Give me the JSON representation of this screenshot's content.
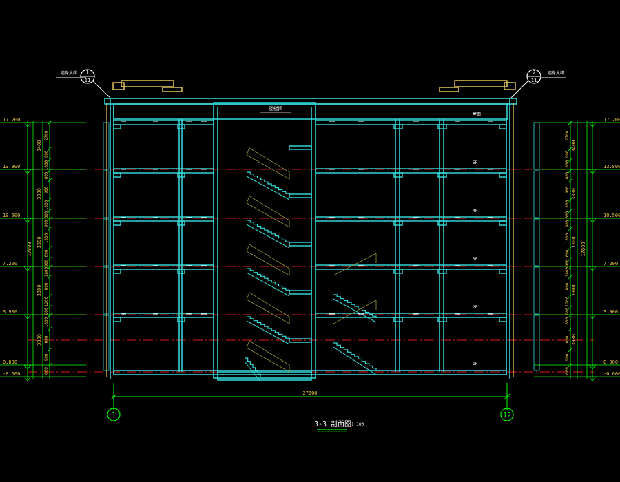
{
  "drawing": {
    "title": "3-3 剖面图",
    "scale": "1:100",
    "total_width_dim": "27000",
    "axis_left": "1",
    "axis_right": "12",
    "section_mark_left": {
      "num": "1",
      "sub": "11",
      "note": "墙身大样"
    },
    "section_mark_right": {
      "num": "2",
      "sub": "11",
      "note": "墙身大样"
    },
    "room_label": "楼梯间",
    "roof_label": "屋面",
    "floor_labels": [
      "5F",
      "4F",
      "3F",
      "2F",
      "1F"
    ],
    "elevations": [
      "17.200",
      "13.800",
      "10.500",
      "7.200",
      "3.900",
      "0.000",
      "-0.600"
    ],
    "total_height_dim": "17800",
    "height_dims": [
      "3400",
      "3300",
      "3300",
      "3300",
      "3900"
    ],
    "segment_dims": [
      "2700",
      "900",
      "1800",
      "600",
      "900",
      "1800",
      "600",
      "900",
      "1800",
      "600",
      "900",
      "1800",
      "600",
      "1200",
      "900",
      "1800",
      "600",
      "900",
      "600"
    ]
  },
  "colors": {
    "background": "#000000",
    "structure": "#35e0e0",
    "dim_line": "#00ff00",
    "dim_text": "#e8c84a",
    "floor_line": "#e01818",
    "stair_hatch": "#9a9a3a",
    "wall_edge": "#f0d060",
    "text": "#ffffff"
  }
}
